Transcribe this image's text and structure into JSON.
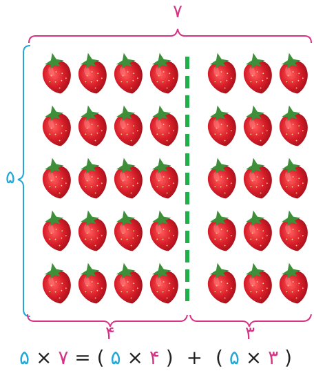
{
  "labels": {
    "top_count": "۷",
    "left_count": "۵",
    "bottom_left_count": "۴",
    "bottom_right_count": "۳"
  },
  "equation": {
    "lhs_a": "۵",
    "times_1": "×",
    "lhs_b": "۷",
    "equals": "=",
    "open_1": "(",
    "t1_a": "۵",
    "times_2": "×",
    "t1_b": "۴",
    "close_1": ")",
    "plus": "+",
    "open_2": "(",
    "t2_a": "۵",
    "times_3": "×",
    "t2_b": "۳",
    "close_2": ")"
  },
  "grid": {
    "rows": 5,
    "left_columns": 4,
    "right_columns": 3,
    "item_icon": "strawberry-icon"
  },
  "colors": {
    "brace_magenta": "#d63384",
    "brace_cyan": "#22a6d8",
    "divider_green": "#1fb04a",
    "berry_red": "#d81e2a",
    "leaf_green": "#3f8f3a"
  }
}
